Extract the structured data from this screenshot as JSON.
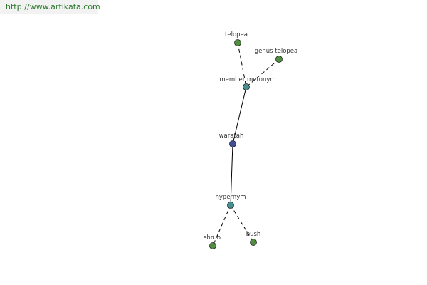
{
  "watermark": {
    "text": "http://www.artikata.com"
  },
  "diagram": {
    "nodes": [
      {
        "id": "telopea",
        "label": "telopea",
        "color": "#4f8f3f"
      },
      {
        "id": "genus-telopea",
        "label": "genus telopea",
        "color": "#4f8f3f"
      },
      {
        "id": "member-meronym",
        "label": "member meronym",
        "color": "#4a8f8f"
      },
      {
        "id": "waratah",
        "label": "waratah",
        "color": "#3f4f9a"
      },
      {
        "id": "hypernym",
        "label": "hypernym",
        "color": "#4a8f8f"
      },
      {
        "id": "shrub",
        "label": "shrub",
        "color": "#4f8f3f"
      },
      {
        "id": "bush",
        "label": "bush",
        "color": "#4f8f3f"
      }
    ],
    "edges": [
      {
        "from": "telopea",
        "to": "member-meronym",
        "style": "dashed"
      },
      {
        "from": "genus-telopea",
        "to": "member-meronym",
        "style": "dashed"
      },
      {
        "from": "member-meronym",
        "to": "waratah",
        "style": "solid"
      },
      {
        "from": "waratah",
        "to": "hypernym",
        "style": "solid"
      },
      {
        "from": "hypernym",
        "to": "shrub",
        "style": "dashed"
      },
      {
        "from": "hypernym",
        "to": "bush",
        "style": "dashed"
      }
    ]
  }
}
